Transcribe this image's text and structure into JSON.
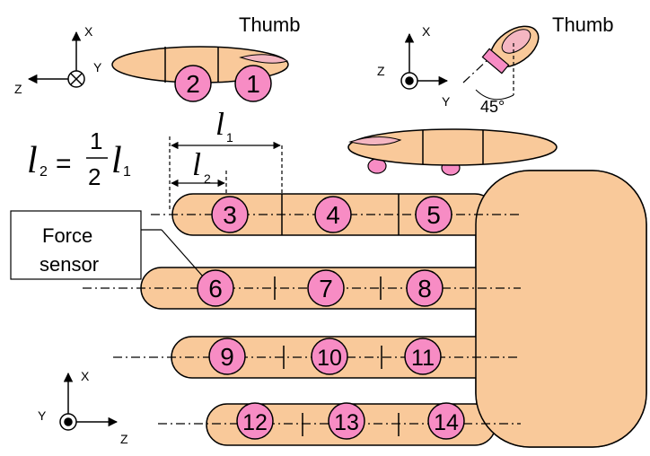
{
  "labels": {
    "thumb_left": "Thumb",
    "thumb_right": "Thumb",
    "angle": "45°",
    "force_sensor_line1": "Force",
    "force_sensor_line2": "sensor"
  },
  "axes_top_left": {
    "up": "X",
    "left": "Z",
    "side": "Y"
  },
  "axes_top_right": {
    "up": "X",
    "left": "Z",
    "down": "Y"
  },
  "axes_bottom_left": {
    "up": "X",
    "left": "Y",
    "right": "Z"
  },
  "dimensions": {
    "l": "l",
    "sub1": "1",
    "sub2": "2",
    "equals": "=",
    "frac_num": "1",
    "frac_den": "2"
  },
  "sensors": [
    "1",
    "2",
    "3",
    "4",
    "5",
    "6",
    "7",
    "8",
    "9",
    "10",
    "11",
    "12",
    "13",
    "14"
  ],
  "colors": {
    "finger": "#f9c99a",
    "sensor": "#f78cc4",
    "nail": "#f4b6c2",
    "outline": "#000000"
  }
}
